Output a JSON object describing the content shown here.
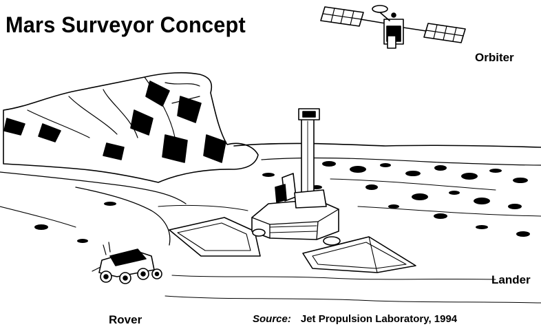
{
  "diagram": {
    "title": "Mars Surveyor Concept",
    "labels": {
      "orbiter": "Orbiter",
      "lander": "Lander",
      "rover": "Rover"
    },
    "source": {
      "label": "Source:",
      "text": "Jet Propulsion Laboratory, 1994"
    }
  },
  "colors": {
    "ink": "#000000",
    "paper": "#ffffff"
  }
}
